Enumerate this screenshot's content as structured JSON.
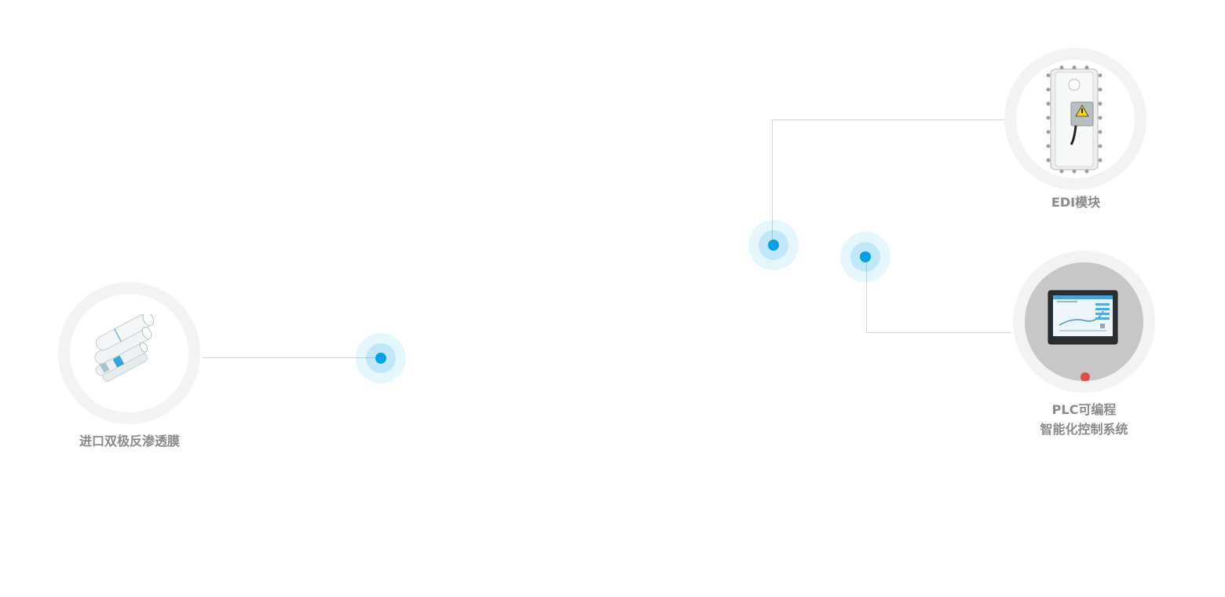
{
  "products": [
    {
      "id": "ro-membrane",
      "icon": "ro-membrane-icon",
      "label_lines": [
        "进口双极反渗透膜"
      ]
    },
    {
      "id": "edi-module",
      "icon": "edi-module-icon",
      "label_lines": [
        "EDI模块"
      ]
    },
    {
      "id": "plc-system",
      "icon": "plc-touchscreen-icon",
      "label_lines": [
        "PLC可编程",
        "智能化控制系统"
      ]
    }
  ],
  "colors": {
    "accent": "#03a0e6",
    "ring": "#f3f3f3",
    "connector": "#d5d5d5",
    "label": "#8a8a8a"
  }
}
